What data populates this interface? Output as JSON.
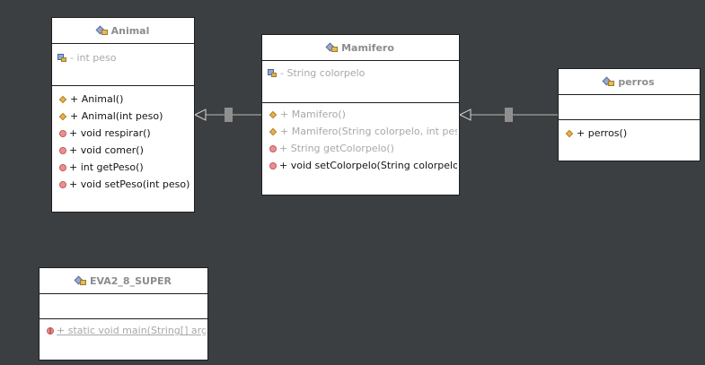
{
  "classes": {
    "animal": {
      "name": "Animal",
      "fields": [
        {
          "text": "- int peso"
        }
      ],
      "methods": [
        {
          "text": "+ Animal()"
        },
        {
          "text": "+ Animal(int peso)"
        },
        {
          "text": "+ void respirar()"
        },
        {
          "text": "+ void comer()"
        },
        {
          "text": "+ int getPeso()"
        },
        {
          "text": "+ void setPeso(int peso)"
        }
      ]
    },
    "mamifero": {
      "name": "Mamifero",
      "fields": [
        {
          "text": "- String colorpelo"
        }
      ],
      "methods": [
        {
          "text": "+ Mamifero()"
        },
        {
          "text": "+ Mamifero(String colorpelo, int peso)"
        },
        {
          "text": "+ String getColorpelo()"
        },
        {
          "text": "+ void setColorpelo(String colorpelo)"
        }
      ]
    },
    "perros": {
      "name": "perros",
      "methods": [
        {
          "text": "+ perros()"
        }
      ]
    },
    "eva2": {
      "name": "EVA2_8_SUPER",
      "methods": [
        {
          "text": "+ static void main(String[] args)"
        }
      ]
    }
  },
  "colors": {
    "canvas": "#3c3f41",
    "connector": "#b8b8b8",
    "connector_handle": "#8f8f8f"
  }
}
